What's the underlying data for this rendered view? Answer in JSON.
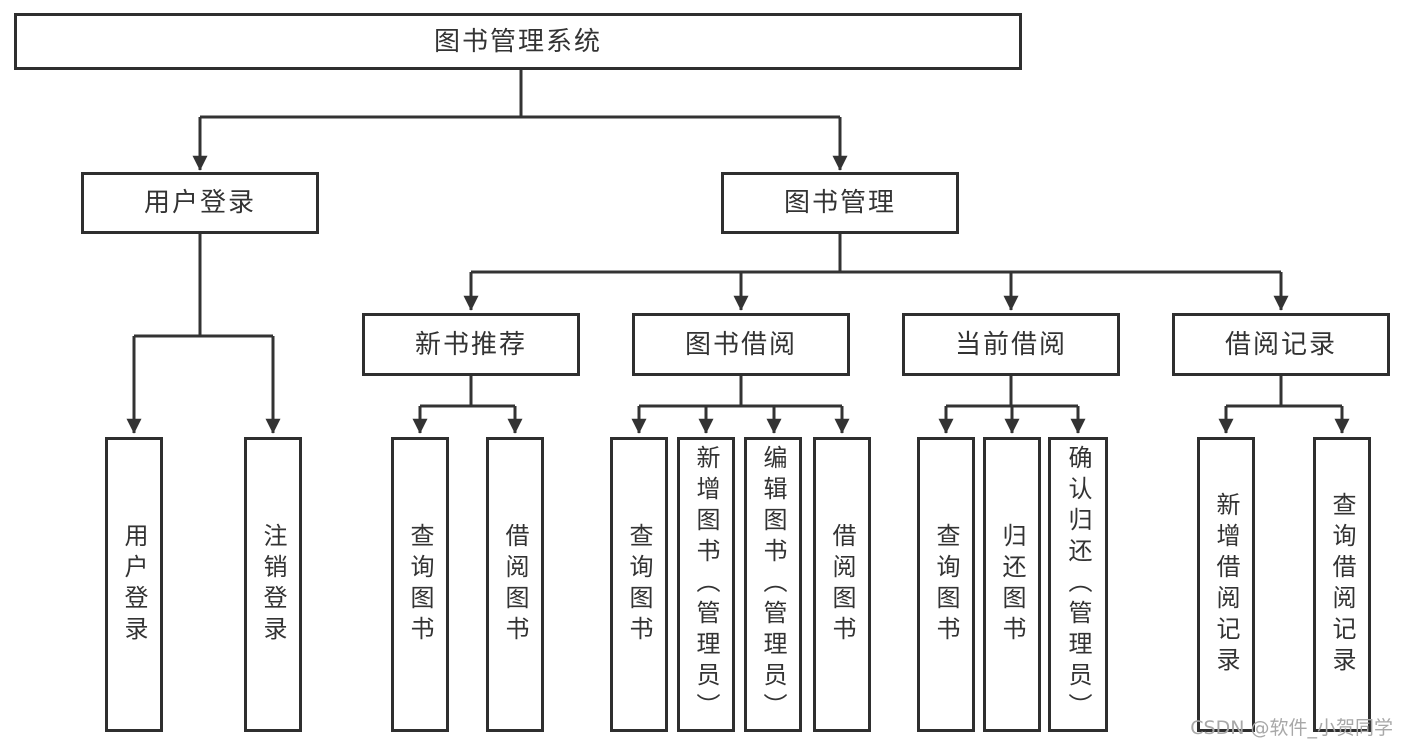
{
  "tree": {
    "label": "图书管理系统",
    "children": [
      {
        "label": "用户登录",
        "children": [
          {
            "label": "用户登录"
          },
          {
            "label": "注销登录"
          }
        ]
      },
      {
        "label": "图书管理",
        "children": [
          {
            "label": "新书推荐",
            "children": [
              {
                "label": "查询图书"
              },
              {
                "label": "借阅图书"
              }
            ]
          },
          {
            "label": "图书借阅",
            "children": [
              {
                "label": "查询图书"
              },
              {
                "label": "新增图书（管理员）"
              },
              {
                "label": "编辑图书（管理员）"
              },
              {
                "label": "借阅图书"
              }
            ]
          },
          {
            "label": "当前借阅",
            "children": [
              {
                "label": "查询图书"
              },
              {
                "label": "归还图书"
              },
              {
                "label": "确认归还（管理员）"
              }
            ]
          },
          {
            "label": "借阅记录",
            "children": [
              {
                "label": "新增借阅记录"
              },
              {
                "label": "查询借阅记录"
              }
            ]
          }
        ]
      }
    ]
  },
  "watermark": {
    "text": "CSDN @软件_小贺同学"
  },
  "colors": {
    "line": "#333333",
    "box_border": "#2f2f2f",
    "text": "#333333",
    "watermark": "#a8a8a8",
    "background": "#ffffff"
  }
}
